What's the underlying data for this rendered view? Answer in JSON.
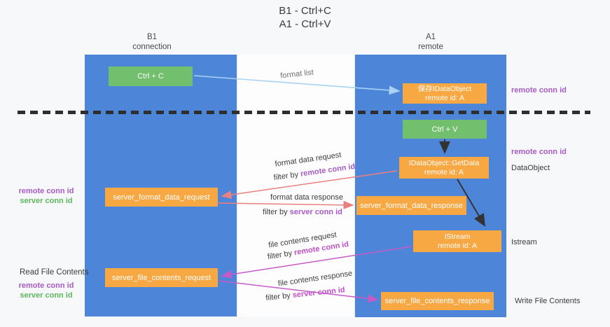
{
  "title": {
    "line1": "B1 - Ctrl+C",
    "line2": "A1 - Ctrl+V"
  },
  "lanes": {
    "left": {
      "name": "B1",
      "role": "connection"
    },
    "right": {
      "name": "A1",
      "role": "remote"
    }
  },
  "nodes": {
    "ctrl_c": {
      "label": "Ctrl + C"
    },
    "save_dataobject": {
      "line1": "保存IDataObject",
      "line2": "remote id: A"
    },
    "ctrl_v": {
      "label": "Ctrl + V"
    },
    "getdata": {
      "line1": "IDataObject::GetData",
      "line2": "remote id: A"
    },
    "format_request": {
      "label": "server_format_data_request"
    },
    "format_response": {
      "label": "server_format_data_response"
    },
    "istream": {
      "line1": "IStream",
      "line2": "remote id: A"
    },
    "file_request": {
      "label": "server_file_contents_request"
    },
    "file_response": {
      "label": "server_file_contents_response"
    }
  },
  "annotations": {
    "format_list": "format list",
    "format_request": {
      "label": "format data request",
      "filter_prefix": "filter by ",
      "filter_id": "remote conn id"
    },
    "format_response": {
      "label": "format data response",
      "filter_prefix": "filter by ",
      "filter_id": "server conn id"
    },
    "file_request": {
      "label": "file contents request",
      "filter_prefix": "filter by ",
      "filter_id": "remote conn id"
    },
    "file_response": {
      "label": "file contents response",
      "filter_prefix": "filter by ",
      "filter_id": "server conn id"
    }
  },
  "side_labels": {
    "right_remote_top": "remote conn id",
    "right_remote_mid": "remote conn id",
    "right_dataobject": "DataObject",
    "right_istream": "Istream",
    "right_write": "Write File Contents",
    "left_remote_mid": "remote conn id",
    "left_server_mid": "server conn id",
    "left_read": "Read File Contents",
    "left_remote_bottom": "remote conn id",
    "left_server_bottom": "server conn id"
  },
  "colors": {
    "lane_blue": "#4d86d8",
    "key_green": "#72bf6e",
    "message_orange": "#f8a843",
    "arrow_salmon": "#e8807f",
    "arrow_magenta": "#c55bc6",
    "arrow_lightblue": "#a9d3f3",
    "arrow_black": "#333333",
    "remote_conn_purple": "#a95ac7",
    "server_conn_green": "#5cb85c",
    "background": "#f7f8fa"
  }
}
